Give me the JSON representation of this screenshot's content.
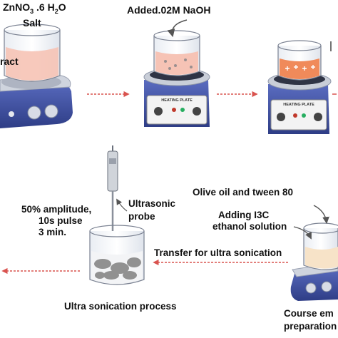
{
  "labels": {
    "salt_line1": "ZnNO",
    "salt_sub3": "3",
    "salt_mid": " .6 H",
    "salt_sub2": "2",
    "salt_o": "O",
    "salt_line2": "Salt",
    "extract": "ract",
    "naoh": "Added.02M NaOH",
    "amplitude_1": "50% amplitude,",
    "amplitude_2": "10s pulse",
    "amplitude_3": "3 min.",
    "probe_1": "Ultrasonic",
    "probe_2": "probe",
    "olive": "Olive oil and tween 80",
    "i3c_1": "Adding I3C",
    "i3c_2": "ethanol solution",
    "transfer": "Transfer for ultra sonication",
    "process": "Ultra sonication process",
    "course_1": "Course em",
    "course_2": "preparation",
    "heating_plate_1": "HEATING PLATE",
    "heating_plate_2": "HEATING PLATE"
  },
  "colors": {
    "hotplate_blue": "#3c4fa0",
    "hotplate_top": "#d8dbe2",
    "liquid_pink": "#f6c3b5",
    "liquid_orange": "#f08a5a",
    "arrow_red": "#d9534f",
    "particle_gray": "#8c8c8c"
  }
}
